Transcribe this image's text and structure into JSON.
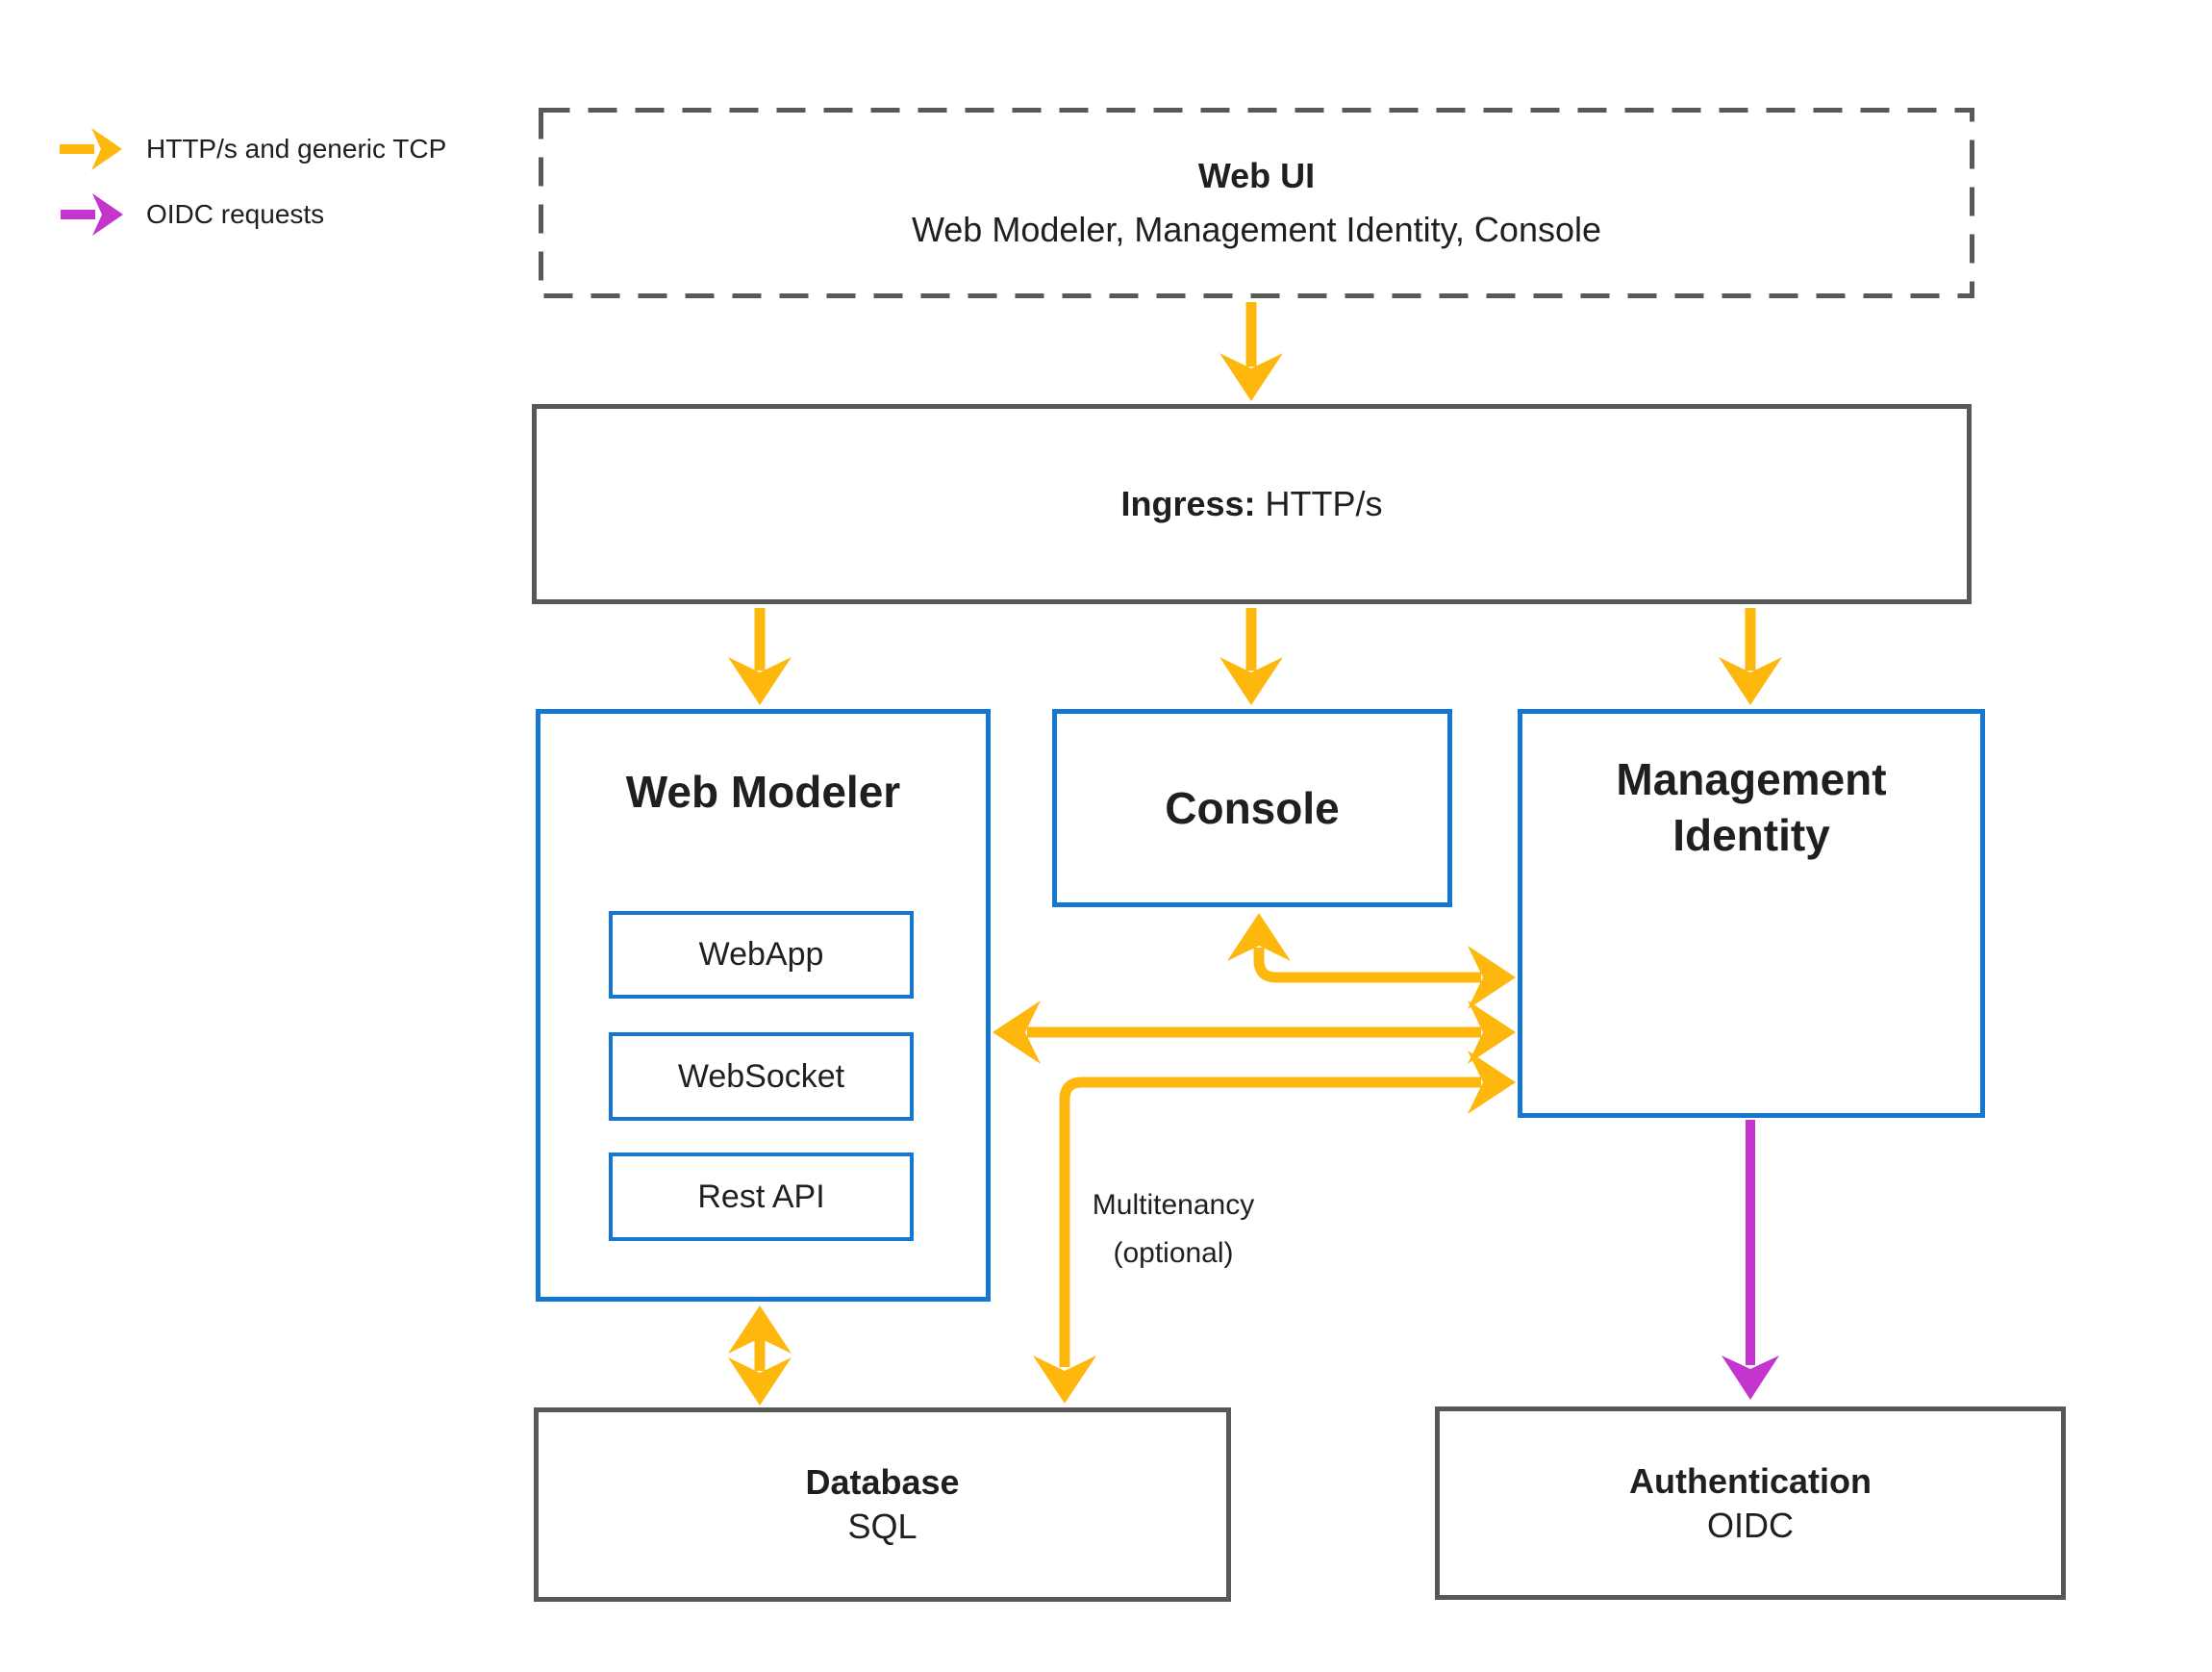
{
  "colors": {
    "http_tcp_arrow": "#FDB70D",
    "oidc_arrow": "#C435CE",
    "component_border_blue": "#1677D2",
    "infrastructure_border_gray": "#58585A",
    "text": "#1F1F1F"
  },
  "legend": {
    "items": [
      {
        "icon": "yellow-right-arrow",
        "label": "HTTP/s and generic TCP"
      },
      {
        "icon": "magenta-right-arrow",
        "label": "OIDC requests"
      }
    ]
  },
  "nodes": {
    "web_ui": {
      "title": "Web UI",
      "subtitle": "Web Modeler, Management Identity, Console"
    },
    "ingress": {
      "label_bold": "Ingress:",
      "label_rest": "HTTP/s"
    },
    "web_modeler": {
      "title": "Web Modeler",
      "children": [
        {
          "label": "WebApp"
        },
        {
          "label": "WebSocket"
        },
        {
          "label": "Rest API"
        }
      ]
    },
    "console": {
      "title": "Console"
    },
    "management_identity": {
      "title_line1": "Management",
      "title_line2": "Identity"
    },
    "database": {
      "title": "Database",
      "subtitle": "SQL"
    },
    "authentication": {
      "title": "Authentication",
      "subtitle": "OIDC"
    }
  },
  "annotations": {
    "multitenancy_line1": "Multitenancy",
    "multitenancy_line2": "(optional)"
  },
  "edges": [
    {
      "from": "web_ui",
      "to": "ingress",
      "type": "http_tcp"
    },
    {
      "from": "ingress",
      "to": "web_modeler",
      "type": "http_tcp"
    },
    {
      "from": "ingress",
      "to": "console",
      "type": "http_tcp"
    },
    {
      "from": "ingress",
      "to": "management_identity",
      "type": "http_tcp"
    },
    {
      "from": "console",
      "to": "management_identity",
      "type": "http_tcp",
      "bidirectional": true
    },
    {
      "from": "web_modeler",
      "to": "management_identity",
      "type": "http_tcp",
      "bidirectional": true
    },
    {
      "from": "database",
      "to": "management_identity",
      "type": "http_tcp",
      "bidirectional": true,
      "label": "Multitenancy (optional)"
    },
    {
      "from": "web_modeler",
      "to": "database",
      "type": "http_tcp",
      "bidirectional": true
    },
    {
      "from": "management_identity",
      "to": "authentication",
      "type": "oidc"
    }
  ]
}
